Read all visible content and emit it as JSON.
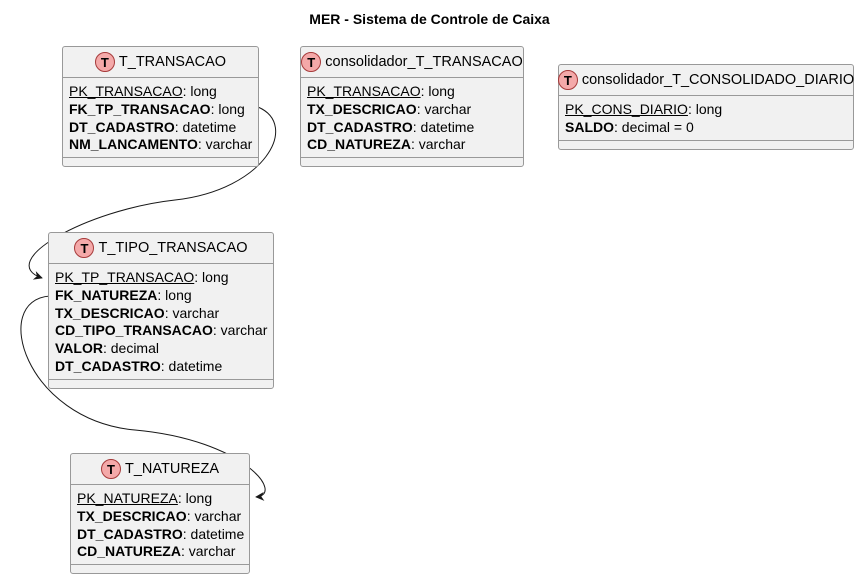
{
  "title": "MER - Sistema de Controle de Caixa",
  "colors": {
    "badge_fill": "#f4a9a9",
    "badge_border": "#a63a3a",
    "entity_bg": "#f1f1f1",
    "entity_border": "#999999"
  },
  "badge_icon": "table-entity-icon",
  "badge_letter": "T",
  "entities": [
    {
      "id": "t-transacao",
      "name": "T_TRANSACAO",
      "fields": [
        {
          "name": "PK_TRANSACAO",
          "type": ": long",
          "kind": "pk"
        },
        {
          "name": "FK_TP_TRANSACAO",
          "type": ": long",
          "kind": "attr"
        },
        {
          "name": "DT_CADASTRO",
          "type": ": datetime",
          "kind": "attr"
        },
        {
          "name": "NM_LANCAMENTO",
          "type": ": varchar",
          "kind": "attr"
        }
      ]
    },
    {
      "id": "consolidador-t-transacao",
      "name": "consolidador_T_TRANSACAO",
      "fields": [
        {
          "name": "PK_TRANSACAO",
          "type": ": long",
          "kind": "pk"
        },
        {
          "name": "TX_DESCRICAO",
          "type": ": varchar",
          "kind": "attr"
        },
        {
          "name": "DT_CADASTRO",
          "type": ": datetime",
          "kind": "attr"
        },
        {
          "name": "CD_NATUREZA",
          "type": ": varchar",
          "kind": "attr"
        }
      ]
    },
    {
      "id": "consolidador-t-consolidado-diario",
      "name": "consolidador_T_CONSOLIDADO_DIARIO",
      "fields": [
        {
          "name": "PK_CONS_DIARIO",
          "type": ": long",
          "kind": "pk"
        },
        {
          "name": "SALDO",
          "type": ": decimal = 0",
          "kind": "attr"
        }
      ]
    },
    {
      "id": "t-tipo-transacao",
      "name": "T_TIPO_TRANSACAO",
      "fields": [
        {
          "name": "PK_TP_TRANSACAO",
          "type": ": long",
          "kind": "pk"
        },
        {
          "name": "FK_NATUREZA",
          "type": ": long",
          "kind": "attr"
        },
        {
          "name": "TX_DESCRICAO",
          "type": ": varchar",
          "kind": "attr"
        },
        {
          "name": "CD_TIPO_TRANSACAO",
          "type": ": varchar",
          "kind": "attr"
        },
        {
          "name": "VALOR",
          "type": ": decimal",
          "kind": "attr"
        },
        {
          "name": "DT_CADASTRO",
          "type": ": datetime",
          "kind": "attr"
        }
      ]
    },
    {
      "id": "t-natureza",
      "name": "T_NATUREZA",
      "fields": [
        {
          "name": "PK_NATUREZA",
          "type": ": long",
          "kind": "pk"
        },
        {
          "name": "TX_DESCRICAO",
          "type": ": varchar",
          "kind": "attr"
        },
        {
          "name": "DT_CADASTRO",
          "type": ": datetime",
          "kind": "attr"
        },
        {
          "name": "CD_NATUREZA",
          "type": ": varchar",
          "kind": "attr"
        }
      ]
    }
  ],
  "relations": [
    {
      "from": "t-transacao",
      "from_field": "FK_TP_TRANSACAO",
      "to": "t-tipo-transacao",
      "to_field": "PK_TP_TRANSACAO"
    },
    {
      "from": "t-tipo-transacao",
      "from_field": "FK_NATUREZA",
      "to": "t-natureza",
      "to_field": "PK_NATUREZA"
    }
  ]
}
